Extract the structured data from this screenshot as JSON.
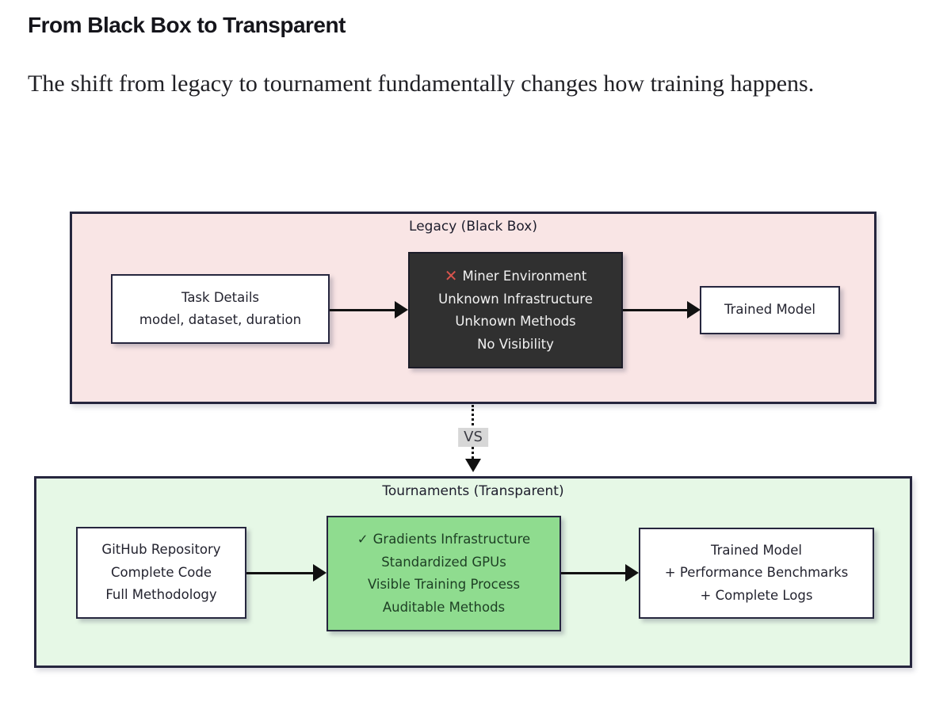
{
  "page": {
    "heading": "From Black Box to Transparent",
    "intro": "The shift from legacy to tournament fundamentally changes how training happens."
  },
  "icons": {
    "x_mark": "✕",
    "check_mark": "✓"
  },
  "colors": {
    "legacy_panel_bg": "#f9e5e5",
    "tournament_panel_bg": "#e6f8e6",
    "panel_border": "#26263e",
    "dark_box_bg": "#303030",
    "dark_box_text": "#f2f2f2",
    "green_box_bg": "#8fdc8f",
    "green_box_text": "#1d3f24",
    "x_icon_color": "#d9544d",
    "vs_badge_bg": "#d7d7d7"
  },
  "diagram": {
    "vs_label": "VS",
    "legacy": {
      "title": "Legacy (Black Box)",
      "task_box": {
        "lines": [
          "Task Details",
          "model, dataset, duration"
        ]
      },
      "miner_box": {
        "title": "Miner Environment",
        "lines": [
          "Unknown Infrastructure",
          "Unknown Methods",
          "No Visibility"
        ]
      },
      "output_box": {
        "lines": [
          "Trained Model"
        ]
      }
    },
    "tournament": {
      "title": "Tournaments (Transparent)",
      "repo_box": {
        "lines": [
          "GitHub Repository",
          "Complete Code",
          "Full Methodology"
        ]
      },
      "infra_box": {
        "title": "Gradients Infrastructure",
        "lines": [
          "Standardized GPUs",
          "Visible Training Process",
          "Auditable Methods"
        ]
      },
      "output_box": {
        "lines": [
          "Trained Model",
          "+ Performance Benchmarks",
          "+ Complete Logs"
        ]
      }
    }
  }
}
